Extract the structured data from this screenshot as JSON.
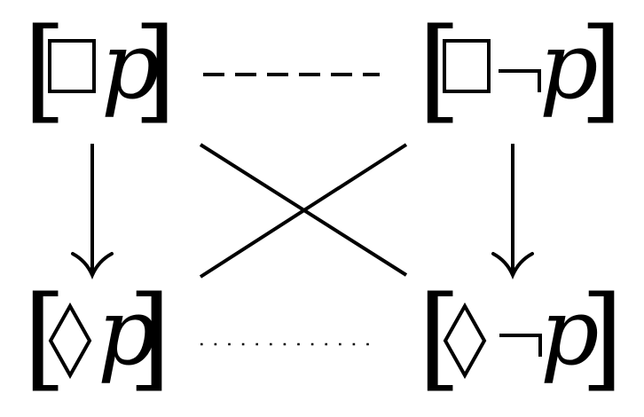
{
  "diagram": {
    "corners": {
      "top_left": {
        "open": "[",
        "modal": "□",
        "neg": "",
        "var": "p",
        "close": "]"
      },
      "top_right": {
        "open": "[",
        "modal": "□",
        "neg": "¬",
        "var": "p",
        "close": "]"
      },
      "bottom_left": {
        "open": "[",
        "modal": "◇",
        "neg": "",
        "var": "p",
        "close": "]"
      },
      "bottom_right": {
        "open": "[",
        "modal": "◇",
        "neg": "¬",
        "var": "p",
        "close": "]"
      }
    },
    "relations": {
      "top": {
        "style": "dashed"
      },
      "bottom": {
        "style": "dotted"
      },
      "left_arrow": {
        "style": "solid",
        "direction": "down"
      },
      "right_arrow": {
        "style": "solid",
        "direction": "down"
      },
      "diagonal_down": {
        "style": "solid"
      },
      "diagonal_up": {
        "style": "solid"
      }
    }
  },
  "colors": {
    "ink": "#000000",
    "background": "#ffffff"
  }
}
